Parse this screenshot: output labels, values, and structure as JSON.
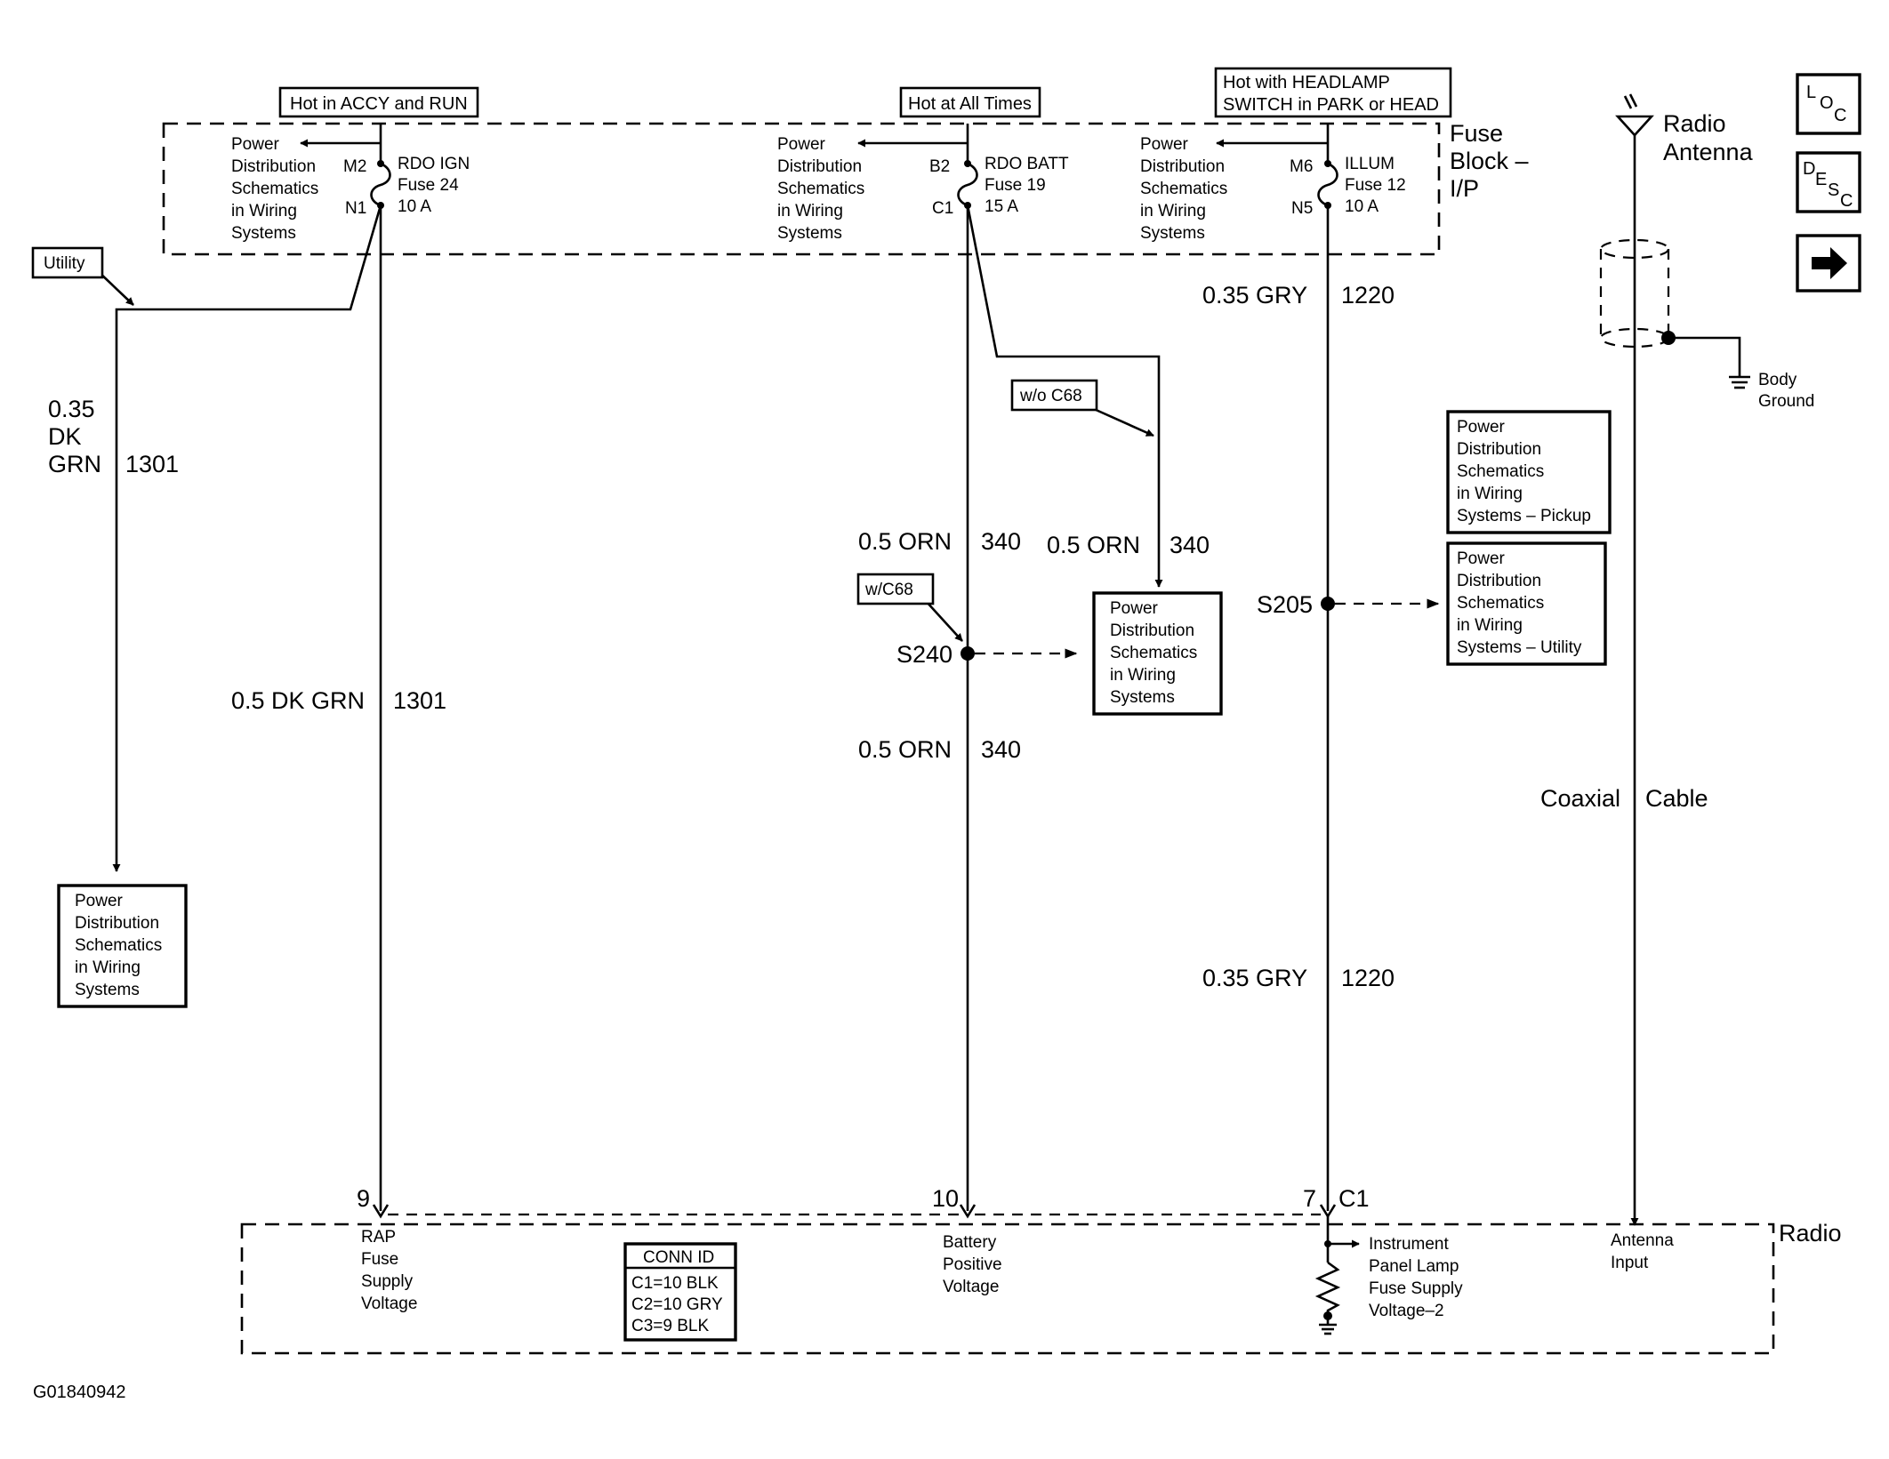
{
  "labels": {
    "hot_accy_run": "Hot in ACCY and RUN",
    "hot_all_times": "Hot at All Times",
    "hot_headlamp_1": "Hot with HEADLAMP",
    "hot_headlamp_2": "SWITCH in PARK or HEAD",
    "utility": "Utility",
    "wo_c68": "w/o C68",
    "w_c68": "w/C68",
    "fuse_block_1": "Fuse",
    "fuse_block_2": "Block –",
    "fuse_block_3": "I/P",
    "radio_antenna_1": "Radio",
    "radio_antenna_2": "Antenna",
    "body_ground_1": "Body",
    "body_ground_2": "Ground",
    "radio": "Radio",
    "figure_id": "G01840942",
    "power_dist_line1": "Power",
    "power_dist_line2": "Distribution",
    "power_dist_line3": "Schematics",
    "power_dist_line4": "in Wiring",
    "power_dist_line5": "Systems",
    "pickup_line5": "Systems – Pickup",
    "utility_line5": "Systems – Utility",
    "nav_loc": [
      "L",
      "O",
      "C"
    ],
    "nav_desc": [
      "D",
      "E",
      "S",
      "C"
    ]
  },
  "fuses": [
    {
      "pin_top": "M2",
      "pin_bottom": "N1",
      "name": "RDO IGN",
      "fuse": "Fuse 24",
      "rating": "10 A"
    },
    {
      "pin_top": "B2",
      "pin_bottom": "C1",
      "name": "RDO BATT",
      "fuse": "Fuse 19",
      "rating": "15 A"
    },
    {
      "pin_top": "M6",
      "pin_bottom": "N5",
      "name": "ILLUM",
      "fuse": "Fuse 12",
      "rating": "10 A"
    }
  ],
  "wires": {
    "dkgrn_035_size": "0.35",
    "dkgrn_035_color1": "DK",
    "dkgrn_035_color2": "GRN",
    "dkgrn_035_circuit": "1301",
    "dkgrn_05": "0.5 DK GRN",
    "dkgrn_05_circuit": "1301",
    "orn_a": "0.5 ORN",
    "orn_a_circuit": "340",
    "orn_b": "0.5 ORN",
    "orn_b_circuit": "340",
    "orn_c": "0.5 ORN",
    "orn_c_circuit": "340",
    "gry_top": "0.35 GRY",
    "gry_top_circuit": "1220",
    "gry_bottom": "0.35 GRY",
    "gry_bottom_circuit": "1220",
    "coax_1": "Coaxial",
    "coax_2": "Cable"
  },
  "splices": {
    "s240": "S240",
    "s205": "S205"
  },
  "radio_pins": {
    "pin9": "9",
    "pin10": "10",
    "pin7": "7",
    "conn": "C1",
    "rap_1": "RAP",
    "rap_2": "Fuse",
    "rap_3": "Supply",
    "rap_4": "Voltage",
    "batt_1": "Battery",
    "batt_2": "Positive",
    "batt_3": "Voltage",
    "ipl_1": "Instrument",
    "ipl_2": "Panel Lamp",
    "ipl_3": "Fuse Supply",
    "ipl_4": "Voltage–2",
    "ant_1": "Antenna",
    "ant_2": "Input"
  },
  "conn_id": {
    "title": "CONN ID",
    "c1": "C1=10 BLK",
    "c2": "C2=10 GRY",
    "c3": "C3=9 BLK"
  }
}
